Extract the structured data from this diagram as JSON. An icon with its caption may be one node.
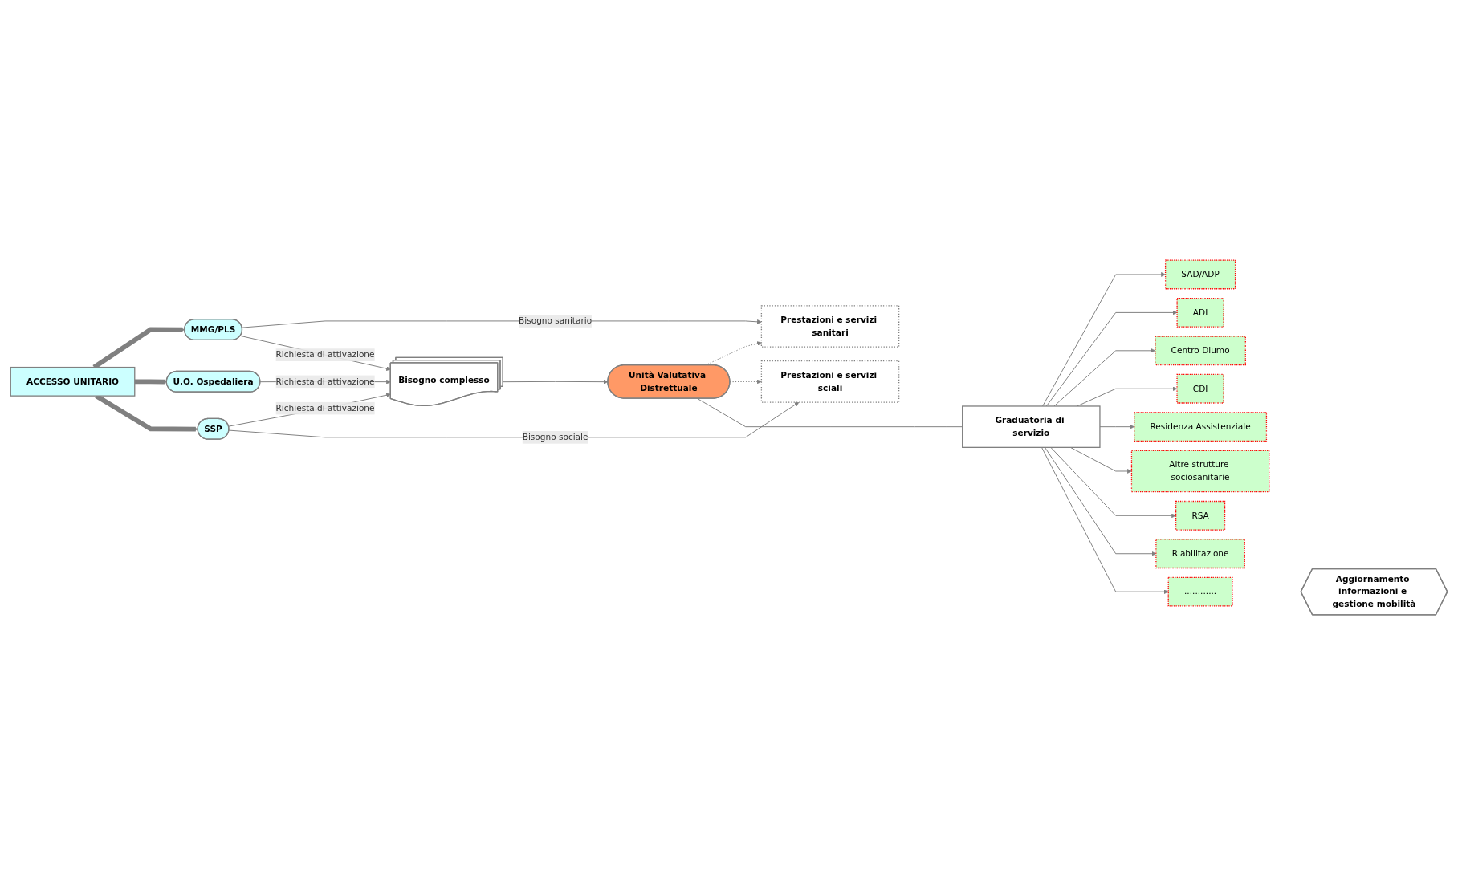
{
  "diagram": {
    "nodes": [
      {
        "text": [
          "ACCESSO UNITARIO"
        ]
      },
      {
        "text": [
          "MMG/PLS"
        ]
      },
      {
        "text": [
          "U.O. Ospedaliera"
        ]
      },
      {
        "text": [
          "SSP"
        ]
      },
      {
        "text": [
          "Prestazioni e servizi sanitari"
        ]
      },
      {
        "text": [
          "Bisogno complesso"
        ]
      },
      {
        "text": [
          "Unità Valutativa Distrettuale"
        ]
      },
      {
        "text": [
          "Prestazioni e servizi sciali"
        ]
      },
      {
        "text": [
          "Graduatoria di servizio"
        ]
      },
      {
        "text": [
          "SAD/ADP"
        ]
      },
      {
        "text": [
          "ADI"
        ]
      },
      {
        "text": [
          "Centro Diumo"
        ]
      },
      {
        "text": [
          "CDI"
        ]
      },
      {
        "text": [
          "Residenza Assistenziale"
        ]
      },
      {
        "text": [
          "Altre strutture sociosanitarie"
        ]
      },
      {
        "text": [
          "RSA"
        ]
      },
      {
        "text": [
          "Riabilitazione"
        ]
      },
      {
        "text": [
          "............"
        ]
      },
      {
        "text": [
          "Aggiornamento informazioni e gestione mobilità"
        ]
      }
    ],
    "edges": [
      {
        "from": 0,
        "to": 1,
        "arrow": "to",
        "style": "thick"
      },
      {
        "from": 0,
        "to": 2,
        "arrow": "to",
        "style": "thick"
      },
      {
        "from": 0,
        "to": 3,
        "arrow": "to",
        "style": "thick"
      },
      {
        "from": 1,
        "to": 4,
        "arrow": "to",
        "label": "Bisogno sanitario"
      },
      {
        "from": 1,
        "to": 5,
        "arrow": "to",
        "label": "Richiesta di attivazione"
      },
      {
        "from": 2,
        "to": 5,
        "arrow": "to",
        "label": "Richiesta di attivazione"
      },
      {
        "from": 3,
        "to": 5,
        "arrow": "to",
        "label": "Richiesta di attivazione"
      },
      {
        "from": 3,
        "to": 7,
        "arrow": "to",
        "label": "Bisogno sociale"
      },
      {
        "from": 5,
        "to": 6,
        "arrow": "to"
      },
      {
        "from": 6,
        "to": 4,
        "arrow": "to",
        "style": "dashed"
      },
      {
        "from": 6,
        "to": 7,
        "arrow": "to",
        "style": "dashed"
      },
      {
        "from": 6,
        "to": 8,
        "arrow": "none"
      },
      {
        "from": 8,
        "to": 9,
        "arrow": "to"
      },
      {
        "from": 8,
        "to": 10,
        "arrow": "to"
      },
      {
        "from": 8,
        "to": 11,
        "arrow": "to"
      },
      {
        "from": 8,
        "to": 12,
        "arrow": "to"
      },
      {
        "from": 8,
        "to": 13,
        "arrow": "to"
      },
      {
        "from": 8,
        "to": 14,
        "arrow": "to"
      },
      {
        "from": 8,
        "to": 15,
        "arrow": "to"
      },
      {
        "from": 8,
        "to": 16,
        "arrow": "to"
      },
      {
        "from": 8,
        "to": 17,
        "arrow": "to"
      }
    ]
  }
}
